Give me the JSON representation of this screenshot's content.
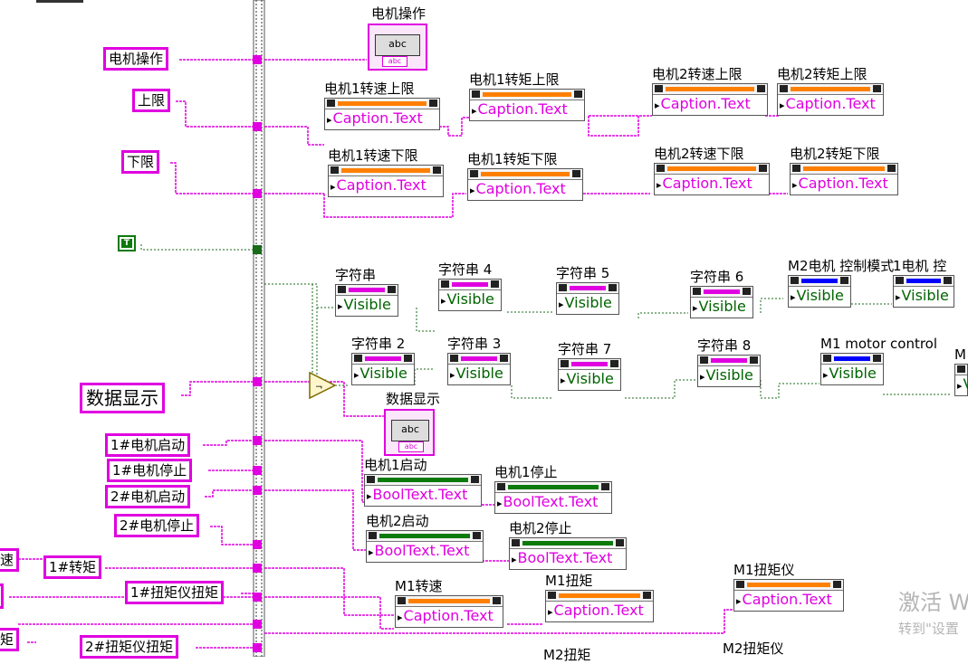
{
  "indicators": [
    {
      "label": "电机操作",
      "icon": "abc"
    },
    {
      "label": "数据显示",
      "icon": "abc"
    }
  ],
  "constants": {
    "motor_op": "电机操作",
    "upper": "上限",
    "lower": "下限",
    "data_display": "数据显示",
    "m1_start": "1#电机启动",
    "m1_stop": "1#电机停止",
    "m2_start": "2#电机启动",
    "m2_stop": "2#电机停止",
    "speed_cut": "速",
    "torque1": "1#转矩",
    "torquemeter1": "1#扭矩仪扭矩",
    "torque_cut": "矩",
    "torquemeter2": "2#扭矩仪扭矩"
  },
  "bool_constant": "T",
  "property_nodes": {
    "m1_speed_upper": {
      "label": "电机1转速上限",
      "prop": "Caption.Text"
    },
    "m1_torque_upper": {
      "label": "电机1转矩上限",
      "prop": "Caption.Text"
    },
    "m2_speed_upper": {
      "label": "电机2转速上限",
      "prop": "Caption.Text"
    },
    "m2_torque_upper": {
      "label": "电机2转矩上限",
      "prop": "Caption.Text"
    },
    "m1_speed_lower": {
      "label": "电机1转速下限",
      "prop": "Caption.Text"
    },
    "m1_torque_lower": {
      "label": "电机1转矩下限",
      "prop": "Caption.Text"
    },
    "m2_speed_lower": {
      "label": "电机2转速下限",
      "prop": "Caption.Text"
    },
    "m2_torque_lower": {
      "label": "电机2转矩下限",
      "prop": "Caption.Text"
    },
    "str": {
      "label": "字符串",
      "prop": "Visible"
    },
    "str4": {
      "label": "字符串 4",
      "prop": "Visible"
    },
    "str5": {
      "label": "字符串 5",
      "prop": "Visible"
    },
    "str6": {
      "label": "字符串 6",
      "prop": "Visible"
    },
    "m2_ctrl": {
      "label": "M2电机 控制模式",
      "prop": "Visible"
    },
    "m1_ctrl_top": {
      "label": "1电机 控",
      "prop": "Visible"
    },
    "str2": {
      "label": "字符串 2",
      "prop": "Visible"
    },
    "str3": {
      "label": "字符串 3",
      "prop": "Visible"
    },
    "str7": {
      "label": "字符串 7",
      "prop": "Visible"
    },
    "str8": {
      "label": "字符串 8",
      "prop": "Visible"
    },
    "m1_motor_control": {
      "label": "M1 motor control",
      "prop": "Visible"
    },
    "m_cut": {
      "label": "M",
      "prop": "V"
    },
    "m1_start": {
      "label": "电机1启动",
      "prop": "BoolText.Text"
    },
    "m1_stop": {
      "label": "电机1停止",
      "prop": "BoolText.Text"
    },
    "m2_start": {
      "label": "电机2启动",
      "prop": "BoolText.Text"
    },
    "m2_stop": {
      "label": "电机2停止",
      "prop": "BoolText.Text"
    },
    "m1_speed": {
      "label": "M1转速",
      "prop": "Caption.Text"
    },
    "m1_torque": {
      "label": "M1扭矩",
      "prop": "Caption.Text"
    },
    "m1_torquemeter": {
      "label": "M1扭矩仪",
      "prop": "Caption.Text"
    },
    "m2_torquemeter": {
      "label": "M2扭矩仪",
      "prop": ""
    },
    "m2_torque_cut": {
      "label": "M2扭矩",
      "prop": ""
    }
  },
  "colors": {
    "string_wire": "#e000e0",
    "bool_wire": "#1a6b1a",
    "caption_bar": "#ff8000",
    "visible_bar": "#e000e0",
    "visible_bar_blue": "#0000ff",
    "bool_bar": "#0b7a0b"
  },
  "watermark": {
    "line1": "激活 W",
    "line2": "转到\"设置"
  }
}
